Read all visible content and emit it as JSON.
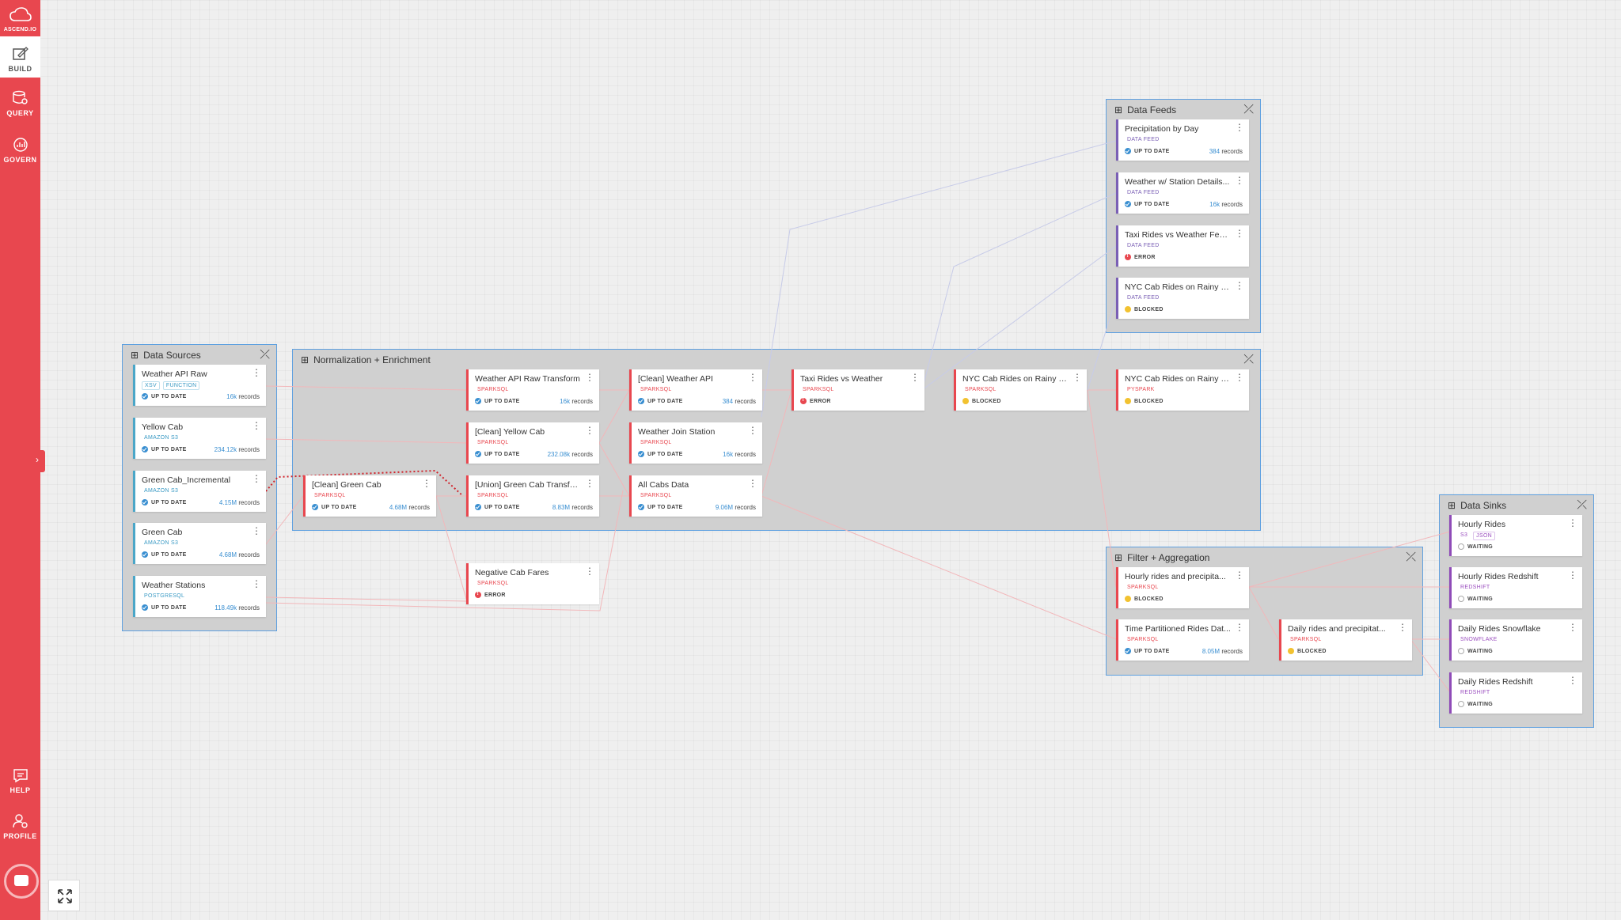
{
  "sidebar": {
    "logo_label": "ASCEND.IO",
    "items": [
      {
        "label": "BUILD",
        "icon": "build-icon"
      },
      {
        "label": "QUERY",
        "icon": "query-icon"
      },
      {
        "label": "GOVERN",
        "icon": "govern-icon"
      },
      {
        "label": "HELP",
        "icon": "help-icon"
      },
      {
        "label": "PROFILE",
        "icon": "profile-icon"
      }
    ],
    "collapse_glyph": "›"
  },
  "colors": {
    "brand": "#e8474f",
    "group_border": "#5ea0e0",
    "up_to_date": "#3a8fd1",
    "error": "#e8474f",
    "blocked": "#f2c230"
  },
  "groups": {
    "data_sources": {
      "title": "Data Sources"
    },
    "normalization": {
      "title": "Normalization + Enrichment"
    },
    "data_feeds": {
      "title": "Data Feeds"
    },
    "filter_aggregation": {
      "title": "Filter + Aggregation"
    },
    "data_sinks": {
      "title": "Data Sinks"
    }
  },
  "cards": {
    "weather_api_raw": {
      "title": "Weather API Raw",
      "tags": [
        "XSV",
        "FUNCTION"
      ],
      "status": "UP TO DATE",
      "records": "16k",
      "records_label": "records"
    },
    "yellow_cab": {
      "title": "Yellow Cab",
      "tags": [
        "AMAZON S3"
      ],
      "status": "UP TO DATE",
      "records": "234.12k",
      "records_label": "records"
    },
    "green_cab_incremental": {
      "title": "Green Cab_Incremental",
      "tags": [
        "AMAZON S3"
      ],
      "status": "UP TO DATE",
      "records": "4.15M",
      "records_label": "records"
    },
    "green_cab": {
      "title": "Green Cab",
      "tags": [
        "AMAZON S3"
      ],
      "status": "UP TO DATE",
      "records": "4.68M",
      "records_label": "records"
    },
    "weather_stations": {
      "title": "Weather Stations",
      "tags": [
        "POSTGRESQL"
      ],
      "status": "UP TO DATE",
      "records": "118.49k",
      "records_label": "records"
    },
    "clean_green_cab": {
      "title": "[Clean] Green Cab",
      "tags": [
        "SPARKSQL"
      ],
      "status": "UP TO DATE",
      "records": "4.68M",
      "records_label": "records"
    },
    "weather_api_raw_transform": {
      "title": "Weather API Raw Transform",
      "tags": [
        "SPARKSQL"
      ],
      "status": "UP TO DATE",
      "records": "16k",
      "records_label": "records"
    },
    "clean_yellow_cab": {
      "title": "[Clean] Yellow Cab",
      "tags": [
        "SPARKSQL"
      ],
      "status": "UP TO DATE",
      "records": "232.08k",
      "records_label": "records"
    },
    "union_green_cab": {
      "title": "[Union] Green Cab Transfor...",
      "tags": [
        "SPARKSQL"
      ],
      "status": "UP TO DATE",
      "records": "8.83M",
      "records_label": "records"
    },
    "negative_cab_fares": {
      "title": "Negative Cab Fares",
      "tags": [
        "SPARKSQL"
      ],
      "status": "ERROR"
    },
    "clean_weather_api": {
      "title": "[Clean] Weather API",
      "tags": [
        "SPARKSQL"
      ],
      "status": "UP TO DATE",
      "records": "384",
      "records_label": "records"
    },
    "weather_join_station": {
      "title": "Weather Join Station",
      "tags": [
        "SPARKSQL"
      ],
      "status": "UP TO DATE",
      "records": "16k",
      "records_label": "records"
    },
    "all_cabs_data": {
      "title": "All Cabs Data",
      "tags": [
        "SPARKSQL"
      ],
      "status": "UP TO DATE",
      "records": "9.06M",
      "records_label": "records"
    },
    "taxi_rides_vs_weather": {
      "title": "Taxi Rides vs Weather",
      "tags": [
        "SPARKSQL"
      ],
      "status": "ERROR"
    },
    "nyc_cab_rainy_sparksql": {
      "title": "NYC Cab Rides on Rainy Day...",
      "tags": [
        "SPARKSQL"
      ],
      "status": "BLOCKED"
    },
    "nyc_cab_rainy_pyspark": {
      "title": "NYC Cab Rides on Rainy Day...",
      "tags": [
        "PYSPARK"
      ],
      "status": "BLOCKED"
    },
    "precipitation_by_day": {
      "title": "Precipitation by Day",
      "tags": [
        "DATA FEED"
      ],
      "status": "UP TO DATE",
      "records": "384",
      "records_label": "records"
    },
    "weather_station_details": {
      "title": "Weather w/ Station Details...",
      "tags": [
        "DATA FEED"
      ],
      "status": "UP TO DATE",
      "records": "16k",
      "records_label": "records"
    },
    "taxi_rides_weather_feed": {
      "title": "Taxi Rides vs Weather Feed...",
      "tags": [
        "DATA FEED"
      ],
      "status": "ERROR"
    },
    "nyc_cab_rainy_feed": {
      "title": "NYC Cab Rides on Rainy Day...",
      "tags": [
        "DATA FEED"
      ],
      "status": "BLOCKED"
    },
    "hourly_rides_precip": {
      "title": "Hourly rides and precipita...",
      "tags": [
        "SPARKSQL"
      ],
      "status": "BLOCKED"
    },
    "time_partitioned_rides": {
      "title": "Time Partitioned Rides Dat...",
      "tags": [
        "SPARKSQL"
      ],
      "status": "UP TO DATE",
      "records": "8.05M",
      "records_label": "records"
    },
    "daily_rides_precip": {
      "title": "Daily rides and precipitat...",
      "tags": [
        "SPARKSQL"
      ],
      "status": "BLOCKED"
    },
    "hourly_rides": {
      "title": "Hourly Rides",
      "tags": [
        "S3",
        "JSON"
      ],
      "status": "WAITING"
    },
    "hourly_rides_redshift": {
      "title": "Hourly Rides Redshift",
      "tags": [
        "REDSHIFT"
      ],
      "status": "WAITING"
    },
    "daily_rides_snowflake": {
      "title": "Daily Rides Snowflake",
      "tags": [
        "SNOWFLAKE"
      ],
      "status": "WAITING"
    },
    "daily_rides_redshift": {
      "title": "Daily Rides Redshift",
      "tags": [
        "REDSHIFT"
      ],
      "status": "WAITING"
    }
  }
}
